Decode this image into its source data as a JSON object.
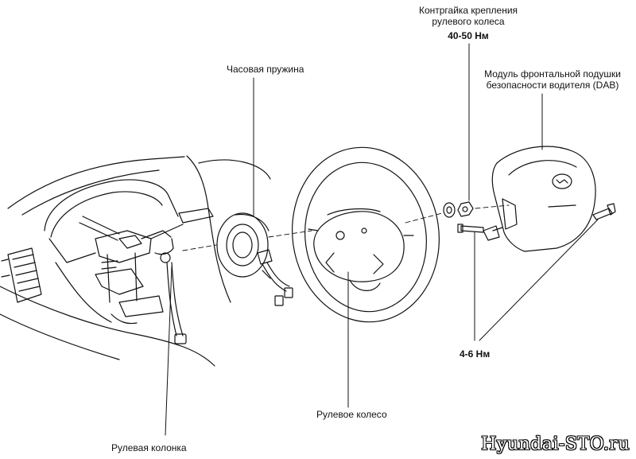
{
  "labels": {
    "nut_title_line1": "Контргайка крепления",
    "nut_title_line2": "рулевого колеса",
    "nut_torque": "40-50 Нм",
    "airbag_line1": "Модуль фронтальной подушки",
    "airbag_line2": "безопасности водителя (DAB)",
    "clock_spring": "Часовая пружина",
    "bolt_torque": "4-6 Нм",
    "steering_wheel": "Рулевое колесо",
    "steering_column": "Рулевая колонка"
  },
  "watermark": "Hyundai-STO.ru",
  "colors": {
    "line": "#111111",
    "background": "#ffffff"
  }
}
